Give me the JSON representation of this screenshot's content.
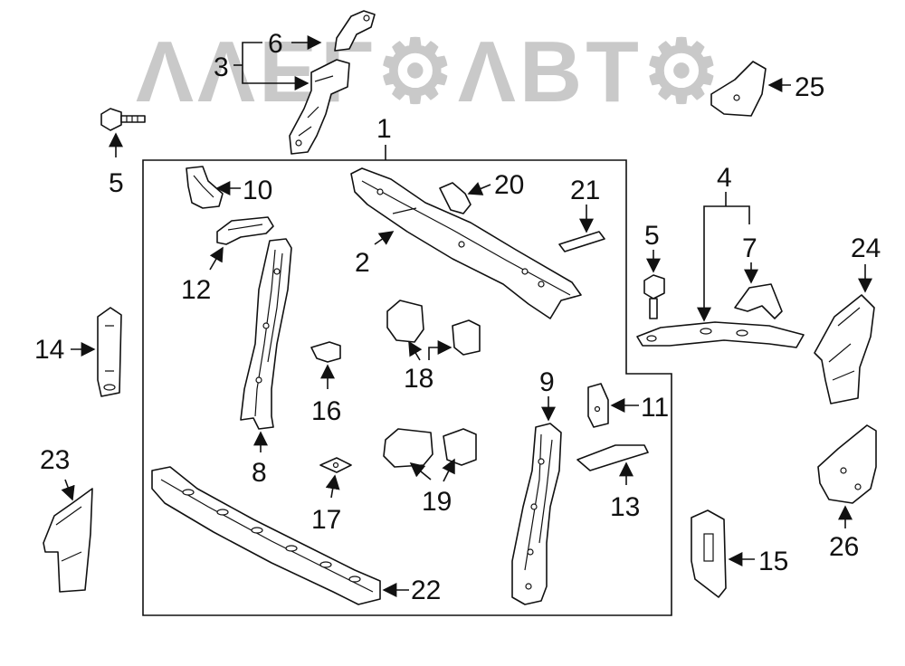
{
  "watermark": {
    "text": "ΛΛΕΓ⚙ΛΒΤ⚙",
    "color": "#b8b8b8"
  },
  "colors": {
    "line": "#111111",
    "background": "#ffffff"
  },
  "labels": {
    "n1": "1",
    "n2": "2",
    "n3": "3",
    "n4": "4",
    "n5a": "5",
    "n5b": "5",
    "n6": "6",
    "n7": "7",
    "n8": "8",
    "n9": "9",
    "n10": "10",
    "n11": "11",
    "n12": "12",
    "n13": "13",
    "n14": "14",
    "n15": "15",
    "n16": "16",
    "n17": "17",
    "n18": "18",
    "n19": "19",
    "n20": "20",
    "n21": "21",
    "n22": "22",
    "n23": "23",
    "n24": "24",
    "n25": "25",
    "n26": "26"
  }
}
